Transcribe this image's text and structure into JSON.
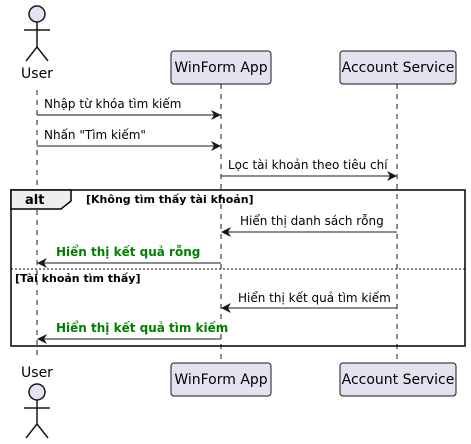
{
  "colors": {
    "participant_fill": "#e2e2f0",
    "participant_stroke": "#181818",
    "lifeline": "#181818",
    "highlight_text": "#008000"
  },
  "participants": [
    {
      "id": "user",
      "label": "User",
      "kind": "actor"
    },
    {
      "id": "app",
      "label": "WinForm App",
      "kind": "participant"
    },
    {
      "id": "svc",
      "label": "Account Service",
      "kind": "participant"
    }
  ],
  "messages": [
    {
      "label": "Nhập từ khóa tìm kiếm",
      "highlight": false
    },
    {
      "label": "Nhấn \"Tìm kiếm\"",
      "highlight": false
    },
    {
      "label": "Lọc tài khoản theo tiêu chí",
      "highlight": false
    },
    {
      "label": "Hiển thị danh sách rỗng",
      "highlight": false
    },
    {
      "label": "Hiển thị kết quả rỗng",
      "highlight": true
    },
    {
      "label": "Hiển thị kết quả tìm kiếm",
      "highlight": false
    },
    {
      "label": "Hiển thị kết quả tìm kiếm",
      "highlight": true
    }
  ],
  "fragment": {
    "operator": "alt",
    "guard_1": "[Không tìm thấy tài khoản]",
    "guard_2": "[Tài khoản tìm thấy]"
  }
}
